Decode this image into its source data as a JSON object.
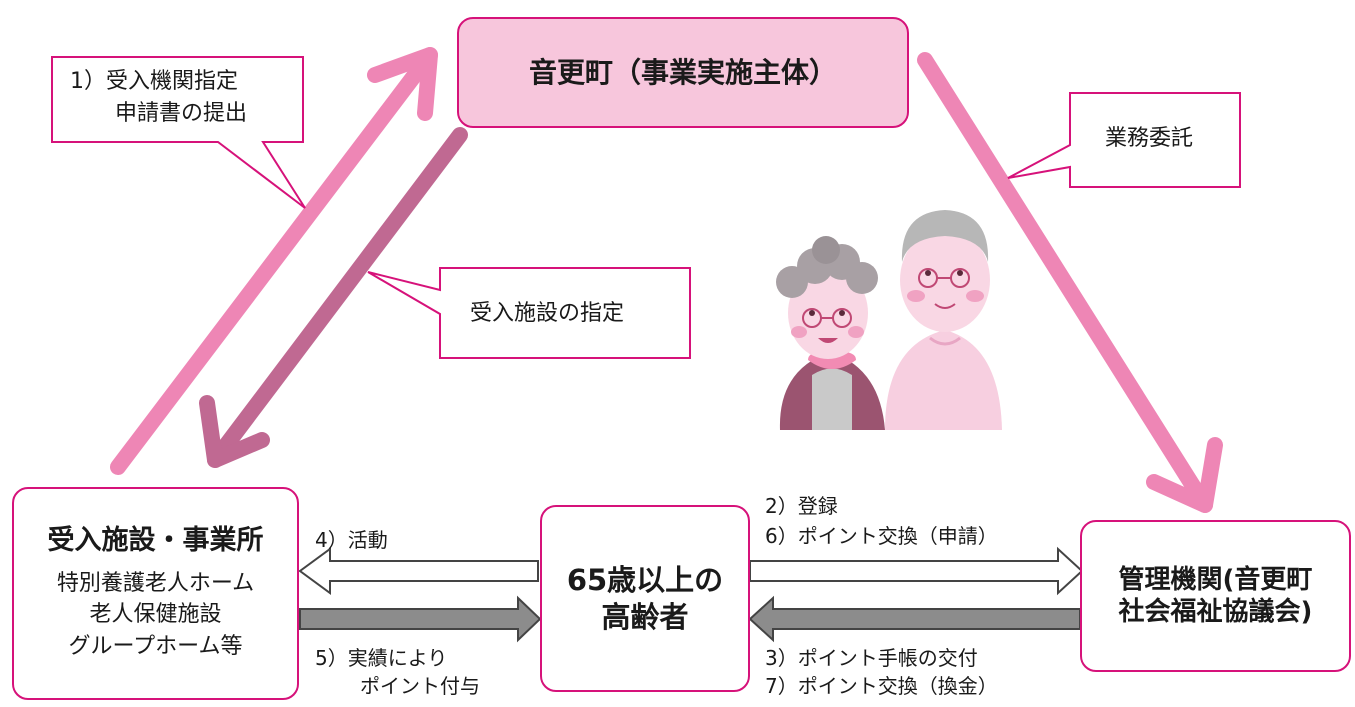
{
  "nodes": {
    "town": {
      "label": "音更町（事業実施主体）"
    },
    "facility": {
      "title": "受入施設・事業所",
      "lines": [
        "特別養護老人ホーム",
        "老人保健施設",
        "グループホーム等"
      ]
    },
    "elderly": {
      "lines": [
        "65歳以上の",
        "高齢者"
      ]
    },
    "admin": {
      "lines": [
        "管理機関(音更町",
        "社会福祉協議会)"
      ]
    }
  },
  "callouts": {
    "application": {
      "lines": [
        "1）受入機関指定",
        "申請書の提出"
      ]
    },
    "commission": {
      "label": "業務委託"
    },
    "designation": {
      "label": "受入施設の指定"
    }
  },
  "flows": {
    "activity": {
      "label": "4）活動"
    },
    "points_grant": {
      "lines": [
        "5）実績により",
        "ポイント付与"
      ]
    },
    "register": {
      "lines": [
        "2）登録",
        "6）ポイント交換（申請）"
      ]
    },
    "issue": {
      "lines": [
        "3）ポイント手帳の交付",
        "7）ポイント交換（換金）"
      ]
    }
  },
  "illustration": {
    "name": "elderly-couple"
  },
  "colors": {
    "box_border": "#d6127a",
    "town_fill": "#f7c6dc",
    "arrow_pink": "#ee86b5",
    "arrow_mauve": "#c06992",
    "arrow_grey": "#8c8c8c"
  }
}
